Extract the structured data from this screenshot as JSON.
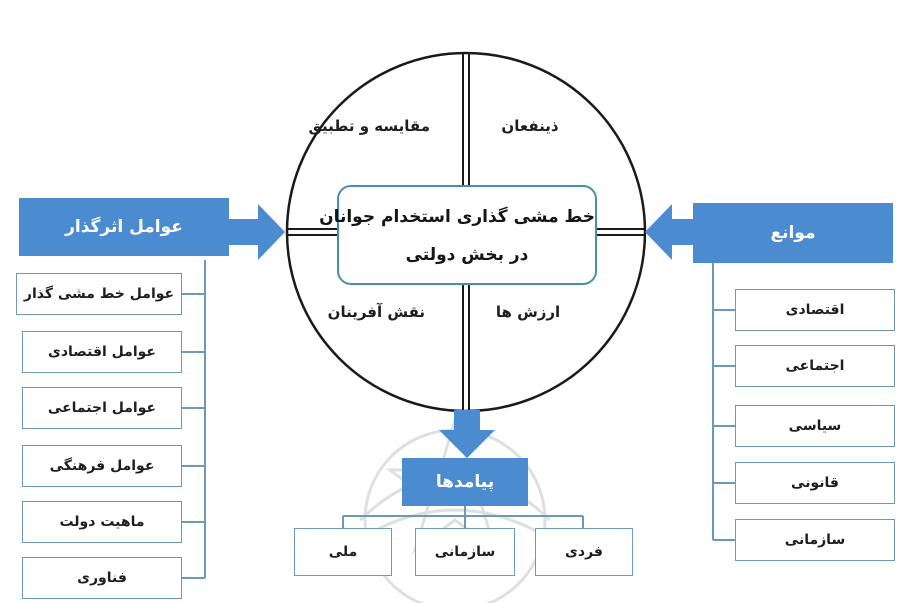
{
  "center": {
    "line1": "خط مشی گذاری استخدام جوانان",
    "line2": "در بخش دولتی"
  },
  "quadrants": {
    "top_left": "مقایسه و تطبیق",
    "top_right": "ذینفعان",
    "bottom_left": "نقش آفرینان",
    "bottom_right": "ارزش ها"
  },
  "left_panel": {
    "header": "عوامل اثرگذار",
    "items": [
      "عوامل خط مشی گذار",
      "عوامل اقتصادی",
      "عوامل اجتماعی",
      "عوامل فرهنگی",
      "ماهیت دولت",
      "فناوری"
    ]
  },
  "right_panel": {
    "header": "موانع",
    "items": [
      "اقتصادی",
      "اجتماعی",
      "سیاسی",
      "قانونی",
      "سازمانی"
    ]
  },
  "bottom_panel": {
    "header": "پیامدها",
    "items": [
      "ملی",
      "سازمانی",
      "فردی"
    ]
  },
  "colors": {
    "header_blue": "#4a8ccf",
    "arrow_blue": "#4a8ccf",
    "box_border": "#6e97b8",
    "circle_stroke": "#1a1a1a"
  }
}
